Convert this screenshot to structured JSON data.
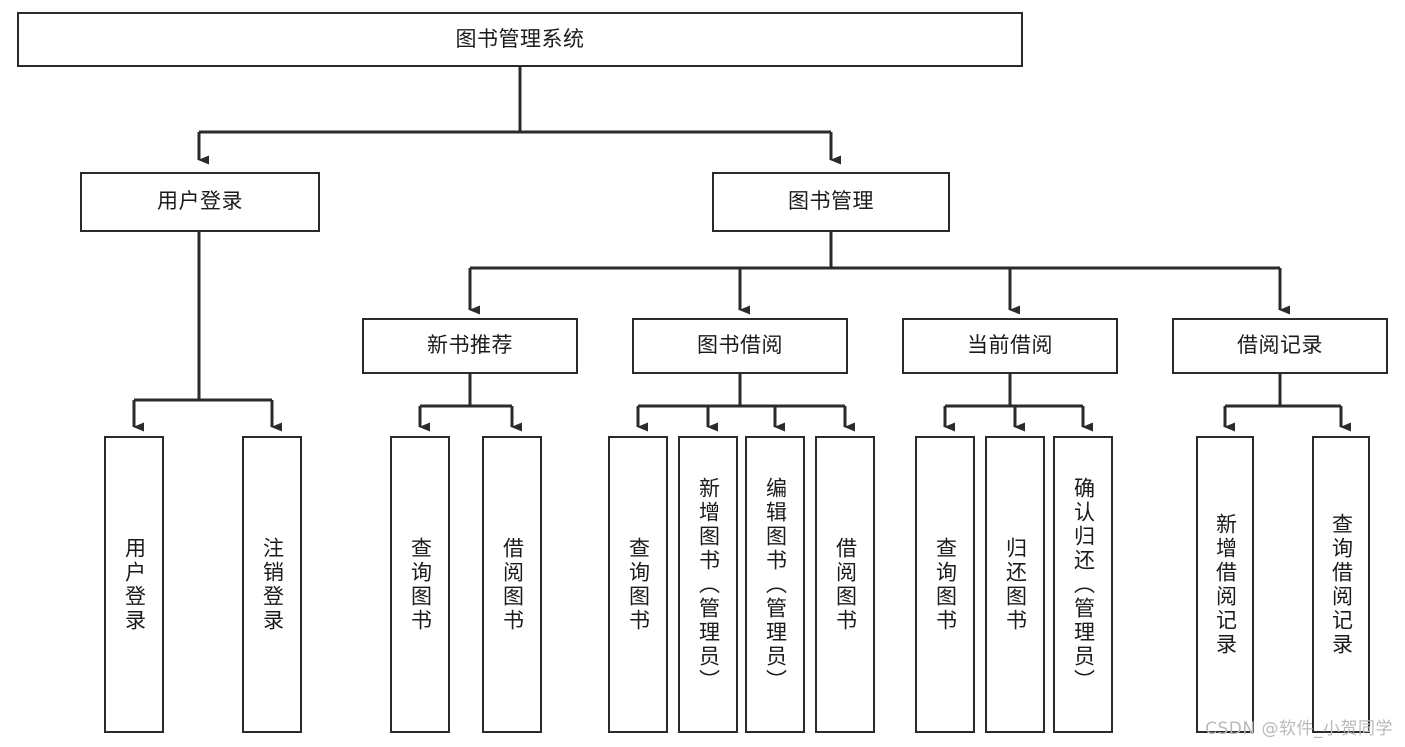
{
  "diagram": {
    "title": "图书管理系统",
    "type": "tree-hierarchy-chart",
    "colors": {
      "box_border": "#2b2b2b",
      "box_fill": "#ffffff",
      "connector": "#2b2b2b",
      "text": "#1b1b1b",
      "watermark": "#b9b9b9",
      "background": "#ffffff"
    },
    "root": {
      "label": "图书管理系统"
    },
    "level2": [
      {
        "label": "用户登录"
      },
      {
        "label": "图书管理"
      }
    ],
    "level3": [
      {
        "label": "新书推荐"
      },
      {
        "label": "图书借阅"
      },
      {
        "label": "当前借阅"
      },
      {
        "label": "借阅记录"
      }
    ],
    "leaves": {
      "user_login": [
        {
          "label": "用户登录"
        },
        {
          "label": "注销登录"
        }
      ],
      "new_book_recommend": [
        {
          "label": "查询图书"
        },
        {
          "label": "借阅图书"
        }
      ],
      "book_borrow": [
        {
          "label": "查询图书"
        },
        {
          "label": "新增图书（管理员）"
        },
        {
          "label": "编辑图书（管理员）"
        },
        {
          "label": "借阅图书"
        }
      ],
      "current_borrow": [
        {
          "label": "查询图书"
        },
        {
          "label": "归还图书"
        },
        {
          "label": "确认归还（管理员）"
        }
      ],
      "borrow_record": [
        {
          "label": "新增借阅记录"
        },
        {
          "label": "查询借阅记录"
        }
      ]
    },
    "watermark": "CSDN @软件_小贺同学"
  }
}
